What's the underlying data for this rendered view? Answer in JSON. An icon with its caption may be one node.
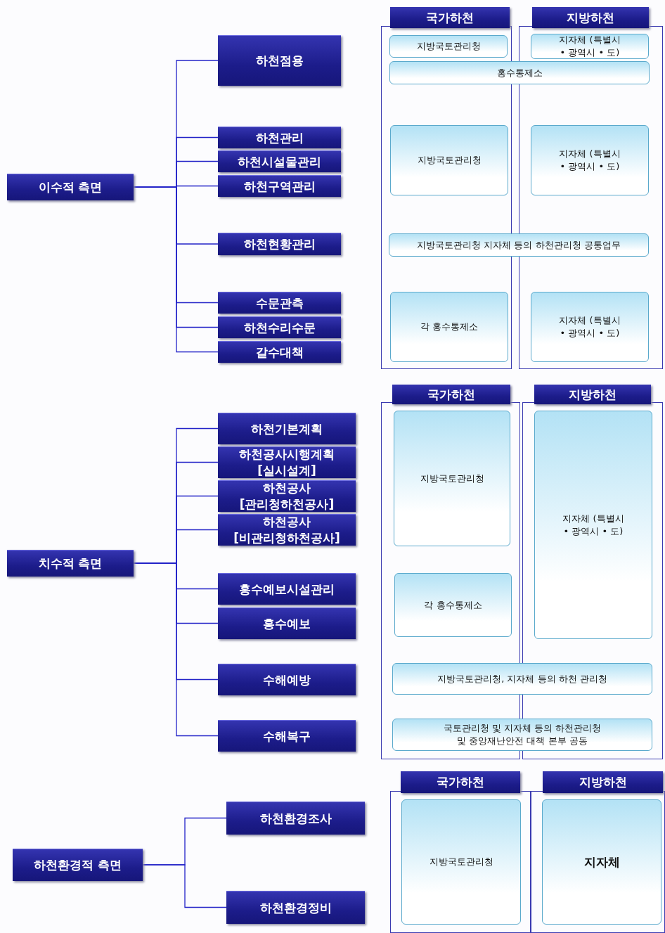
{
  "diagram": {
    "nodes": [
      {
        "text": [
          "이수적 측면"
        ]
      },
      {
        "text": [
          "하천점용"
        ]
      },
      {
        "text": [
          "하천관리"
        ]
      },
      {
        "text": [
          "하천시설물관리"
        ]
      },
      {
        "text": [
          "하천구역관리"
        ]
      },
      {
        "text": [
          "하천현황관리"
        ]
      },
      {
        "text": [
          "수문관측"
        ]
      },
      {
        "text": [
          "하천수리수문"
        ]
      },
      {
        "text": [
          "갈수대책"
        ]
      },
      {
        "text": [
          "국가하천"
        ]
      },
      {
        "text": [
          "지방하천"
        ]
      },
      {
        "text": [
          "지방국토관리청"
        ],
        "in": 9
      },
      {
        "text": [
          "지자체 (특별시 • 광역시 • 도)"
        ],
        "in": 10
      },
      {
        "text": [
          "홍수통제소"
        ]
      },
      {
        "text": [
          "지방국토관리청"
        ],
        "in": 9
      },
      {
        "text": [
          "지자체 (특별시 • 광역시 • 도)"
        ],
        "in": 10
      },
      {
        "text": [
          "지방국토관리청 지자체 등의 하천관리청 공통업무"
        ]
      },
      {
        "text": [
          "각 홍수통제소"
        ],
        "in": 9
      },
      {
        "text": [
          "지자체 (특별시 • 광역시 • 도)"
        ],
        "in": 10
      },
      {
        "text": [
          "치수적 측면"
        ]
      },
      {
        "text": [
          "하천기본계획"
        ]
      },
      {
        "text": [
          "하천공사시행계획 [실시설계]"
        ]
      },
      {
        "text": [
          "하천공사 [관리청하천공사]"
        ]
      },
      {
        "text": [
          "하천공사 [비관리청하천공사]"
        ]
      },
      {
        "text": [
          "홍수예보시설관리"
        ]
      },
      {
        "text": [
          "홍수예보"
        ]
      },
      {
        "text": [
          "수해예방"
        ]
      },
      {
        "text": [
          "수해복구"
        ]
      },
      {
        "text": [
          "국가하천"
        ]
      },
      {
        "text": [
          "지방하천"
        ]
      },
      {
        "text": [
          "지방국토관리청"
        ],
        "in": 28
      },
      {
        "text": [
          "지자체 (특별시 • 광역시 • 도)"
        ],
        "in": 29
      },
      {
        "text": [
          "각 홍수통제소"
        ],
        "in": 28
      },
      {
        "text": [
          "지방국토관리청, 지자체 등의 하천 관리청"
        ]
      },
      {
        "text": [
          "국토관리청 및 지자체 등의 하천관리청 및 중앙재난안전 대책 본부 공동"
        ]
      },
      {
        "text": [
          "하천환경적 측면"
        ]
      },
      {
        "text": [
          "하천환경조사"
        ]
      },
      {
        "text": [
          "하천환경정비"
        ]
      },
      {
        "text": [
          "국가하천"
        ]
      },
      {
        "text": [
          "지방하천"
        ]
      },
      {
        "text": [
          "지방국토관리청"
        ],
        "in": 38
      },
      {
        "text": [
          "지자체"
        ],
        "in": 39
      }
    ],
    "edges": [
      {
        "from": 0,
        "to": 1,
        "arrow": "none"
      },
      {
        "from": 0,
        "to": 2,
        "arrow": "none"
      },
      {
        "from": 0,
        "to": 3,
        "arrow": "none"
      },
      {
        "from": 0,
        "to": 4,
        "arrow": "none"
      },
      {
        "from": 0,
        "to": 5,
        "arrow": "none"
      },
      {
        "from": 0,
        "to": 6,
        "arrow": "none"
      },
      {
        "from": 0,
        "to": 7,
        "arrow": "none"
      },
      {
        "from": 0,
        "to": 8,
        "arrow": "none"
      },
      {
        "from": 19,
        "to": 20,
        "arrow": "none"
      },
      {
        "from": 19,
        "to": 21,
        "arrow": "none"
      },
      {
        "from": 19,
        "to": 22,
        "arrow": "none"
      },
      {
        "from": 19,
        "to": 23,
        "arrow": "none"
      },
      {
        "from": 19,
        "to": 24,
        "arrow": "none"
      },
      {
        "from": 19,
        "to": 25,
        "arrow": "none"
      },
      {
        "from": 19,
        "to": 26,
        "arrow": "none"
      },
      {
        "from": 19,
        "to": 27,
        "arrow": "none"
      },
      {
        "from": 35,
        "to": 36,
        "arrow": "none"
      },
      {
        "from": 35,
        "to": 37,
        "arrow": "none"
      }
    ]
  }
}
